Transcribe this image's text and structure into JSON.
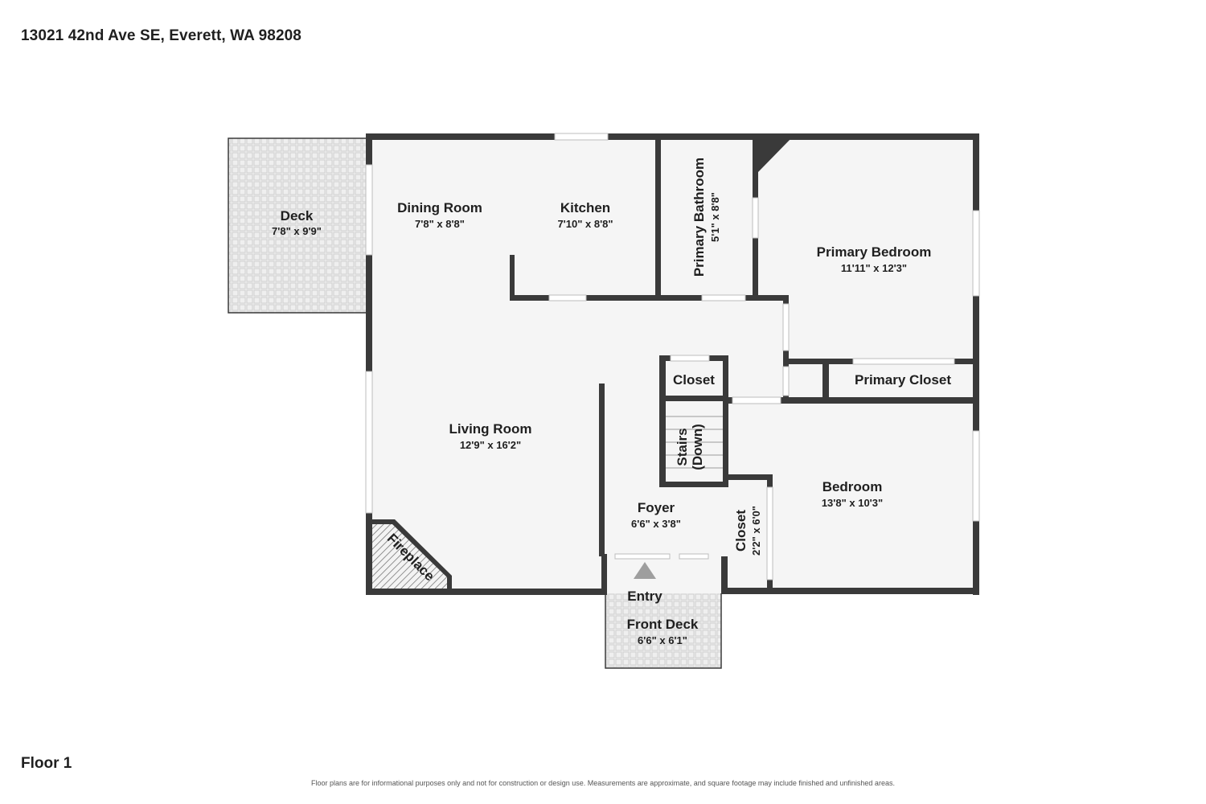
{
  "header": {
    "address": "13021 42nd Ave SE, Everett, WA 98208"
  },
  "footer": {
    "floor_label": "Floor 1",
    "disclaimer": "Floor plans are for informational purposes only and not for construction or design use. Measurements are approximate, and square footage may include finished and unfinished areas."
  },
  "rooms": {
    "deck": {
      "name": "Deck",
      "dims": "7'8\" x 9'9\""
    },
    "dining_room": {
      "name": "Dining Room",
      "dims": "7'8\" x 8'8\""
    },
    "kitchen": {
      "name": "Kitchen",
      "dims": "7'10\" x 8'8\""
    },
    "primary_bathroom": {
      "name": "Primary Bathroom",
      "dims": "5'1\" x 8'8\""
    },
    "primary_bedroom": {
      "name": "Primary Bedroom",
      "dims": "11'11\" x 12'3\""
    },
    "closet_hall": {
      "name": "Closet"
    },
    "primary_closet": {
      "name": "Primary Closet"
    },
    "stairs": {
      "name": "Stairs",
      "sub": "(Down)"
    },
    "living_room": {
      "name": "Living Room",
      "dims": "12'9\" x 16'2\""
    },
    "bedroom": {
      "name": "Bedroom",
      "dims": "13'8\" x 10'3\""
    },
    "closet_bedroom": {
      "name": "Closet",
      "dims": "2'2\" x 6'0\""
    },
    "foyer": {
      "name": "Foyer",
      "dims": "6'6\" x 3'8\""
    },
    "fireplace": {
      "name": "Fireplace"
    },
    "entry": {
      "name": "Entry"
    },
    "front_deck": {
      "name": "Front Deck",
      "dims": "6'6\" x 6'1\""
    }
  },
  "colors": {
    "wall": "#3a3a3a",
    "floor": "#f5f5f5",
    "deck": "#eeeeee",
    "window": "#ffffff"
  }
}
